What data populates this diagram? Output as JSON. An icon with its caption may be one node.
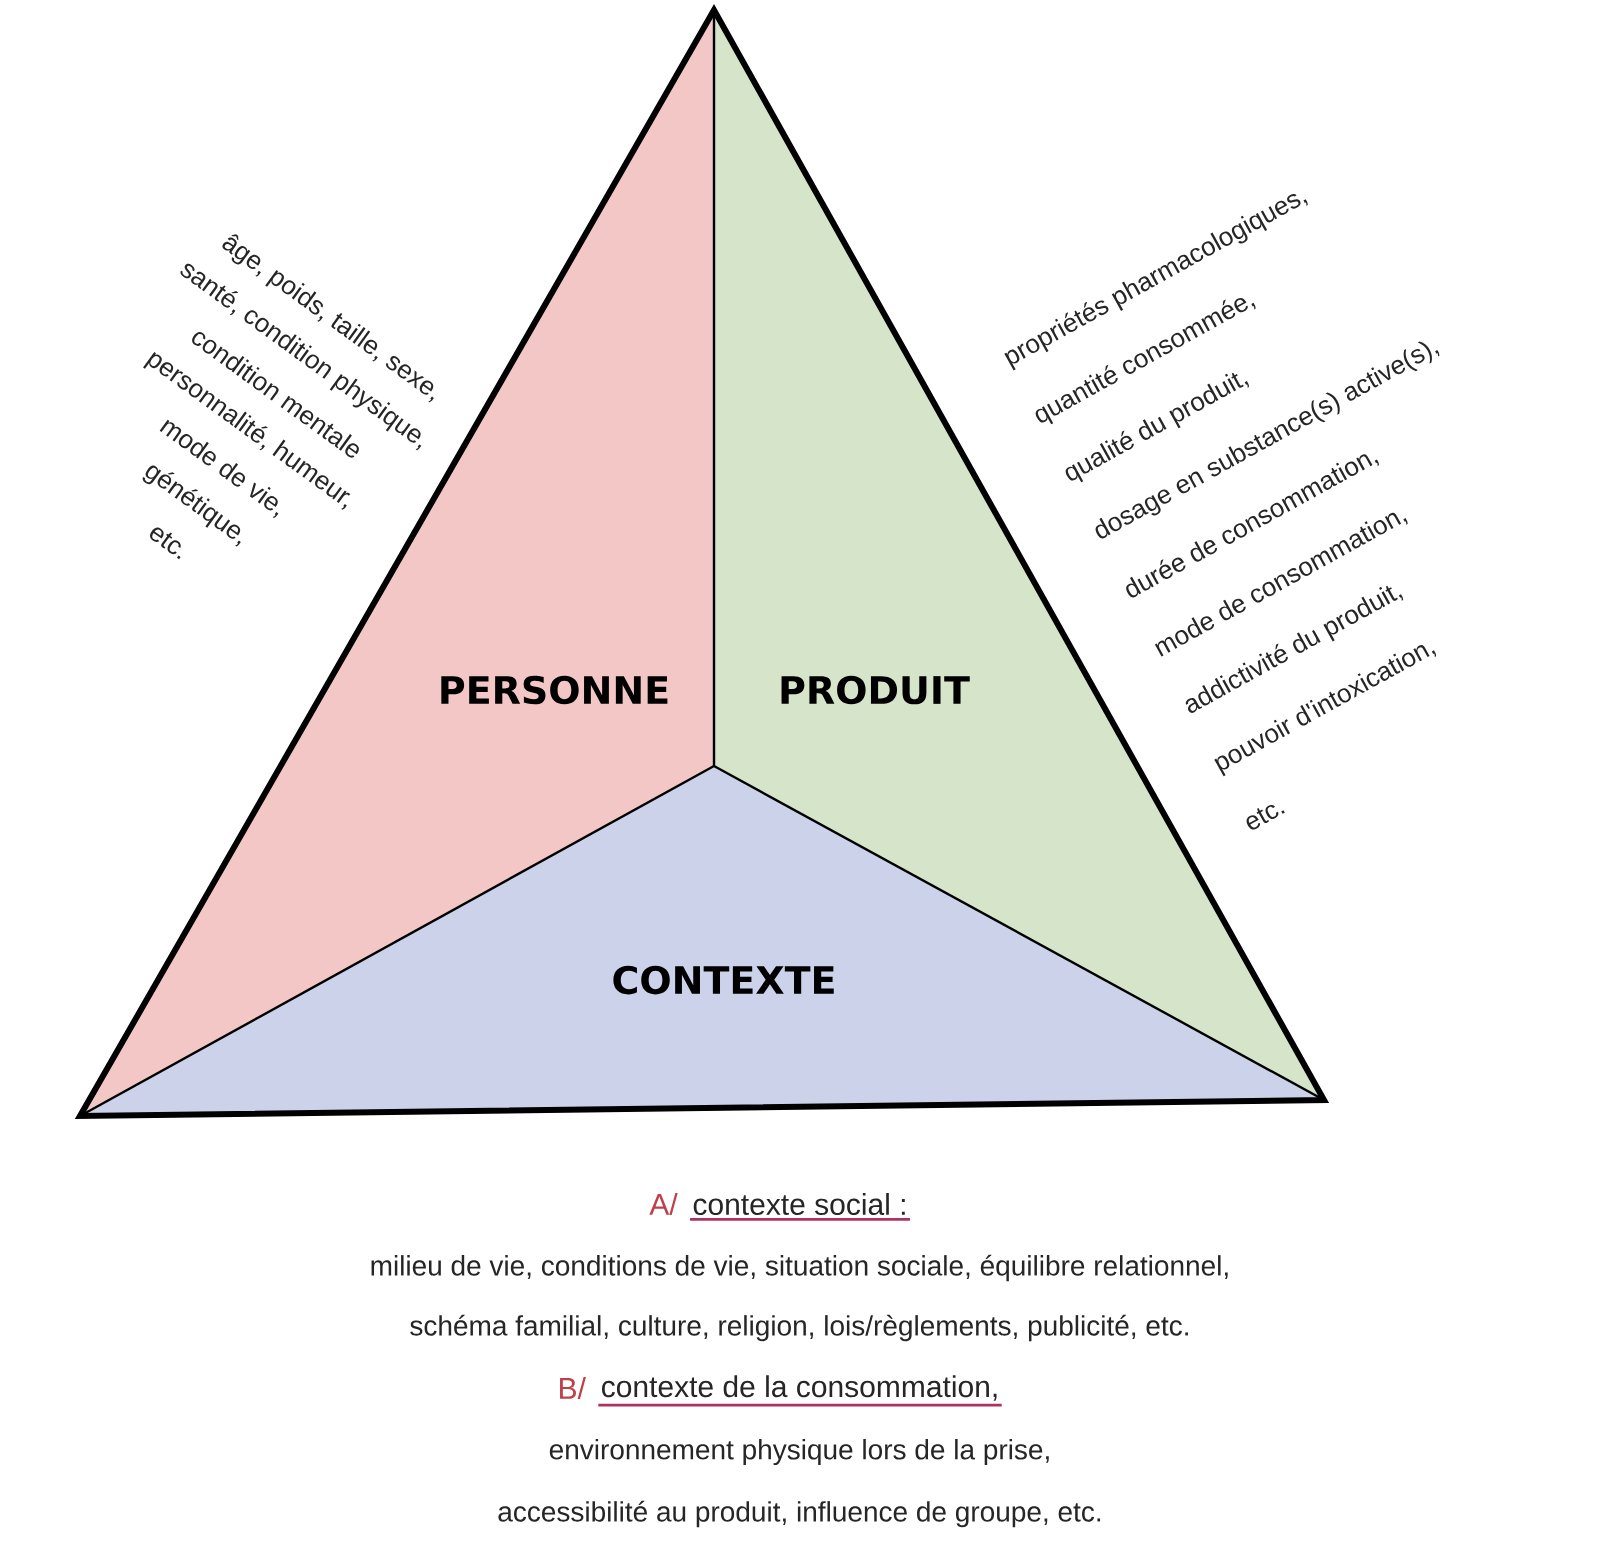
{
  "diagram": {
    "nodes": [
      {
        "text": [
          "PERSONNE"
        ],
        "beside": [
          "âge, poids, taille, sexe,",
          "santé, condition physique,",
          "condition mentale",
          "personnalité, humeur,",
          "mode de vie,",
          "génétique,",
          "etc."
        ]
      },
      {
        "text": [
          "PRODUIT"
        ],
        "beside": [
          "propriétés pharmacologiques,",
          "quantité consommée,",
          "qualité du produit,",
          "dosage en substance(s) active(s),",
          "durée de consommation,",
          "mode de consommation,",
          "addictivité du produit,",
          "pouvoir d'intoxication,",
          "etc."
        ]
      },
      {
        "text": [
          "CONTEXTE"
        ]
      }
    ],
    "edges": [],
    "labels": [
      "A/",
      "contexte social :",
      "milieu de vie, conditions de vie, situation sociale, équilibre relationnel,",
      "schéma familial, culture, religion, lois/règlements, publicité, etc.",
      "B/",
      "contexte de la consommation,",
      "environnement physique lors de la prise,",
      "accessibilité au produit, influence de groupe, etc."
    ]
  }
}
